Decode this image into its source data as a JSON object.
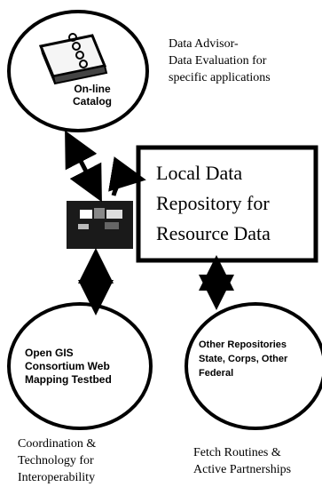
{
  "catalog": {
    "label_line1": "On-line",
    "label_line2": "Catalog"
  },
  "data_advisor": {
    "line1": "Data Advisor-",
    "line2": "Data Evaluation for",
    "line3": "specific applications"
  },
  "local_repository": {
    "line1": "Local Data",
    "line2": "Repository for",
    "line3": "Resource Data"
  },
  "open_gis": {
    "line1": "Open GIS",
    "line2": "Consortium Web",
    "line3": "Mapping Testbed"
  },
  "other_repos": {
    "line1": "Other Repositories",
    "line2": "State, Corps, Other",
    "line3": "Federal"
  },
  "coordination": {
    "line1": "Coordination &",
    "line2": "Technology for",
    "line3": "Interoperability"
  },
  "fetch": {
    "line1": "Fetch Routines &",
    "line2": "Active Partnerships"
  },
  "colors": {
    "ink": "#000000",
    "background": "#ffffff",
    "icon_fill": "#1a1a1a"
  }
}
